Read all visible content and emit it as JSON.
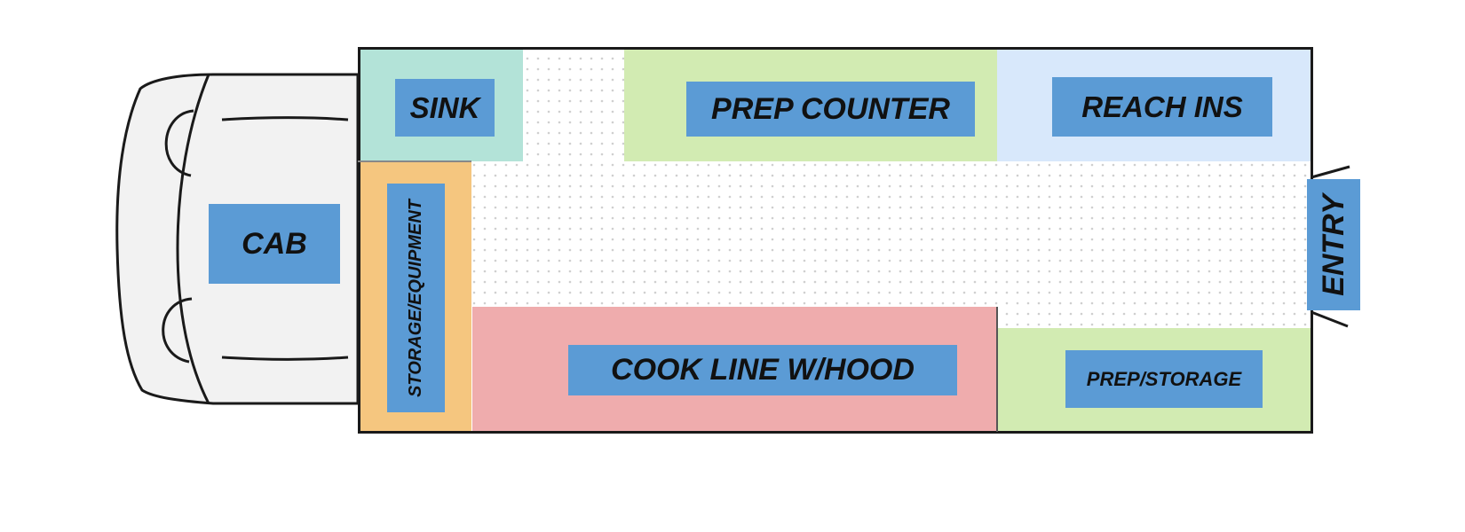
{
  "colors": {
    "label_box": "#5b9bd5",
    "sink": "#b3e3d8",
    "prep_counter": "#d2ebb2",
    "reach_ins": "#d8e8fb",
    "storage_equipment": "#f5c67f",
    "cook_line": "#efacad",
    "prep_storage": "#d2ebb2",
    "cab_body": "#f2f2f2",
    "outline": "#1a1a1a",
    "floor_dot": "#cfcfcf"
  },
  "labels": {
    "cab": "CAB",
    "sink": "SINK",
    "prep_counter": "PREP COUNTER",
    "reach_ins": "REACH INS",
    "storage_equipment": "STORAGE/EQUIPMENT",
    "cook_line": "COOK LINE W/HOOD",
    "prep_storage": "PREP/STORAGE",
    "entry": "ENTRY"
  }
}
